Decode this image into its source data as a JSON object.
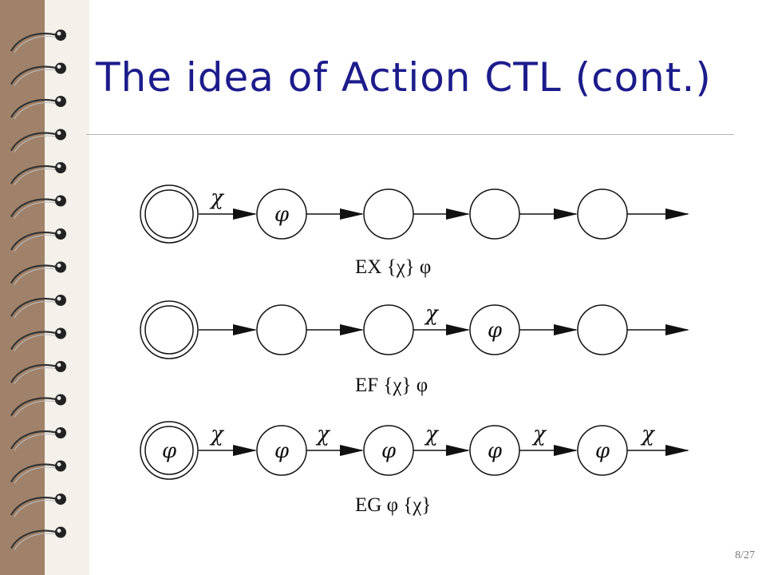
{
  "slide": {
    "title": "The idea of Action CTL (cont.)",
    "page_number": "8/27"
  },
  "symbols": {
    "action": "χ",
    "state": "φ"
  },
  "diagrams": [
    {
      "caption": "EX {χ} φ",
      "nodes": [
        {
          "initial": true,
          "label": ""
        },
        {
          "initial": false,
          "label": "φ"
        },
        {
          "initial": false,
          "label": ""
        },
        {
          "initial": false,
          "label": ""
        },
        {
          "initial": false,
          "label": ""
        }
      ],
      "edges": [
        "χ",
        "",
        "",
        "",
        ""
      ]
    },
    {
      "caption": "EF {χ} φ",
      "nodes": [
        {
          "initial": true,
          "label": ""
        },
        {
          "initial": false,
          "label": ""
        },
        {
          "initial": false,
          "label": ""
        },
        {
          "initial": false,
          "label": "φ"
        },
        {
          "initial": false,
          "label": ""
        }
      ],
      "edges": [
        "",
        "",
        "χ",
        "",
        ""
      ]
    },
    {
      "caption": "EG φ {χ}",
      "nodes": [
        {
          "initial": true,
          "label": "φ"
        },
        {
          "initial": false,
          "label": "φ"
        },
        {
          "initial": false,
          "label": "φ"
        },
        {
          "initial": false,
          "label": "φ"
        },
        {
          "initial": false,
          "label": "φ"
        }
      ],
      "edges": [
        "χ",
        "χ",
        "χ",
        "χ",
        "χ"
      ]
    }
  ],
  "colors": {
    "title": "#1c1c8c",
    "spine": "#a0826a",
    "ink": "#111111"
  }
}
